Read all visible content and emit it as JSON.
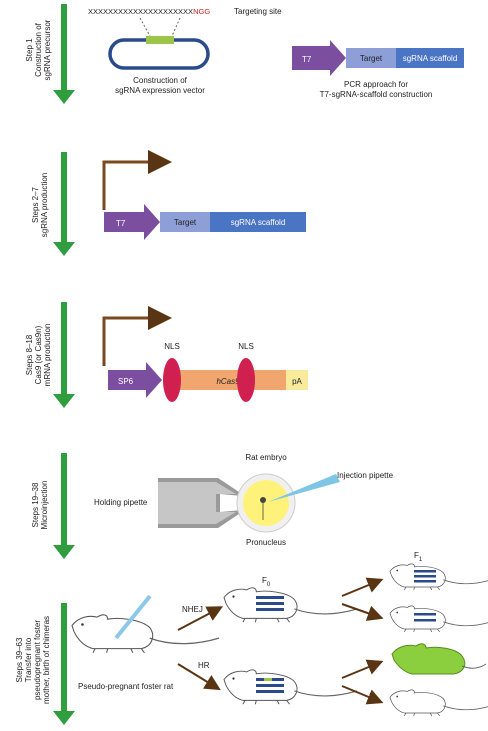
{
  "steps": [
    {
      "label": "Step 1",
      "title": "Construction of",
      "title2": "sgRNA precursor"
    },
    {
      "label": "Steps 2–7",
      "title": "sgRNA production",
      "title2": ""
    },
    {
      "label": "Steps 8–18",
      "title": "Cas9 (or Cas9n)",
      "title2": "mRNA production"
    },
    {
      "label": "Steps 19–38",
      "title": "Microinjection",
      "title2": ""
    },
    {
      "label": "Steps 39–63",
      "title": "Transfer into",
      "title2": "pseudopregnant foster",
      "title3": "mother, birth of chimeras"
    }
  ],
  "step1": {
    "sequence": "XXXXXXXXXXXXXXXXXXXXX",
    "pam": "NGG",
    "targeting_site": "Targeting site",
    "vector_caption1": "Construction of",
    "vector_caption2": "sgRNA expression vector",
    "pcr_caption1": "PCR approach for",
    "pcr_caption2": "T7-sgRNA-scaffold construction"
  },
  "construct_labels": {
    "t7": "T7",
    "target": "Target",
    "scaffold": "sgRNA scaffold",
    "sp6": "SP6",
    "nls": "NLS",
    "hcas9": "hCas9",
    "pa": "pA"
  },
  "micro": {
    "rat_embryo": "Rat embryo",
    "injection_pipette": "Injection pipette",
    "holding_pipette": "Holding pipette",
    "pronucleus": "Pronucleus"
  },
  "transfer": {
    "foster": "Pseudo-pregnant foster rat",
    "nhej": "NHEJ",
    "hr": "HR",
    "f0": "F",
    "f0_sub": "0",
    "f1": "F",
    "f1_sub": "1"
  },
  "colors": {
    "arrow_green": "#2e9e3e",
    "t7_purple": "#7b4ea0",
    "target_blue": "#8e9fd8",
    "scaffold_blue": "#4a74c4",
    "nls_red": "#d0204f",
    "cas9_orange": "#f0a66e",
    "pa_yellow": "#f8ec9c",
    "target_green": "#9cc54a",
    "pam_red": "#d02020",
    "promoter_brown": "#7a4a1e"
  }
}
